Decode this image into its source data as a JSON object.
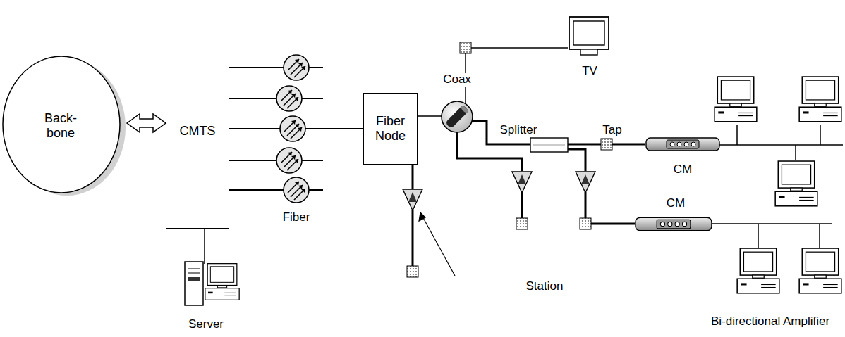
{
  "diagram": {
    "nodes": [
      {
        "text": [
          "Back- bone"
        ]
      },
      {
        "text": [
          "CMTS"
        ]
      },
      {
        "text": [
          "Fiber Node"
        ]
      }
    ],
    "edges": [
      {
        "from": 0,
        "to": 1,
        "arrow": "both"
      },
      {
        "from": 1,
        "to": 2,
        "arrow": "none"
      }
    ],
    "labels": [
      "Coax",
      "TV",
      "Splitter",
      "Tap",
      "CM",
      "CM",
      "Fiber",
      "Server",
      "Bi-directional Amplifier",
      "Station"
    ]
  }
}
